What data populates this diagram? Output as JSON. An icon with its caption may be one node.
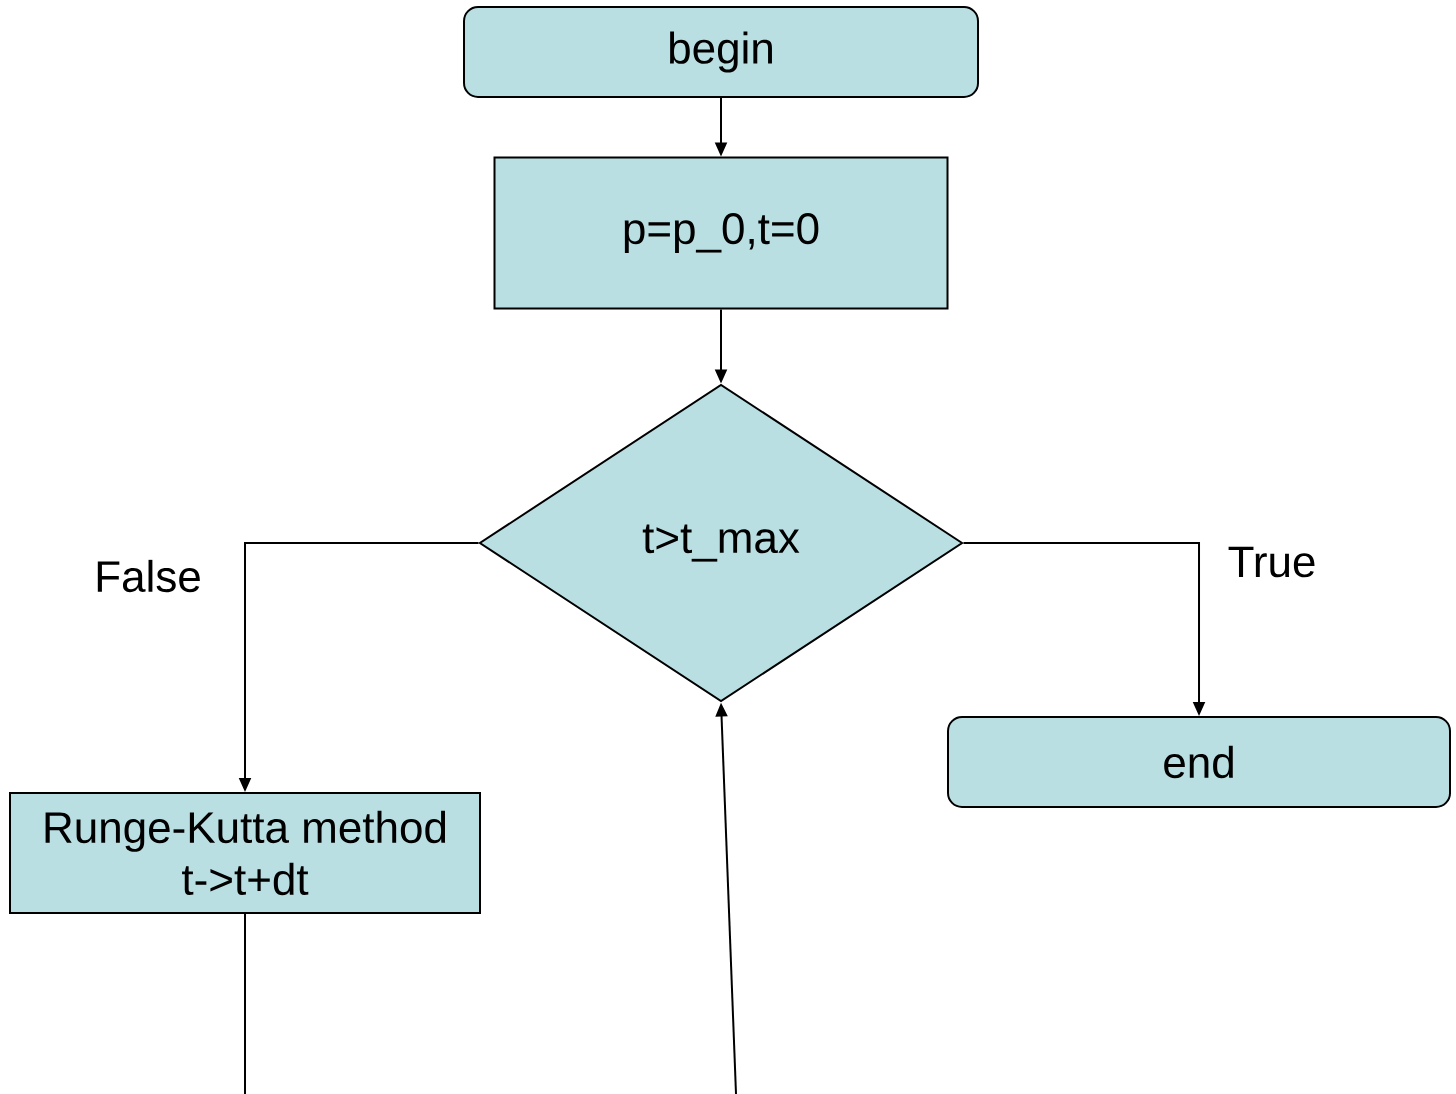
{
  "diagram": {
    "nodes": [
      {
        "text": [
          "begin"
        ]
      },
      {
        "text": [
          "p=p_0,t=0"
        ]
      },
      {
        "text": [
          "t>t_max"
        ]
      },
      {
        "text": [
          "end"
        ]
      },
      {
        "text": [
          "Runge-Kutta method",
          "t->t+dt"
        ]
      }
    ],
    "edges": [
      {
        "from": 0,
        "to": 1,
        "arrow": "to"
      },
      {
        "from": 1,
        "to": 2,
        "arrow": "to"
      },
      {
        "from": 2,
        "to": 3,
        "arrow": "to",
        "label": "True"
      },
      {
        "from": 2,
        "to": 4,
        "arrow": "to",
        "label": "False"
      },
      {
        "from": 4,
        "to": null,
        "arrow": "none"
      },
      {
        "from": null,
        "to": 2,
        "arrow": "to"
      }
    ]
  }
}
